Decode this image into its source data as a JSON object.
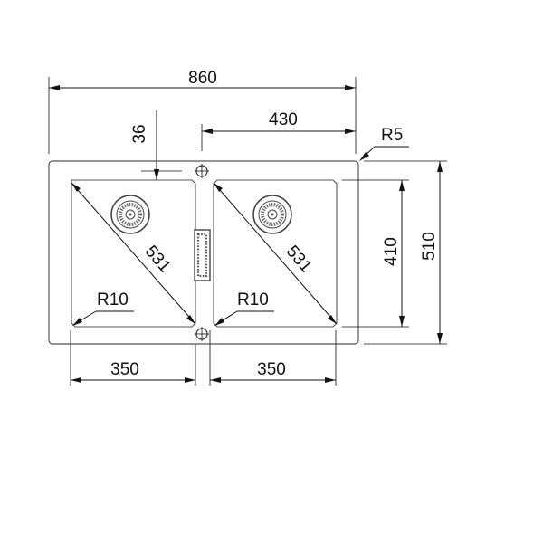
{
  "dimensions": {
    "overall_width": "860",
    "tap_offset": "430",
    "tap_hole_offset": "36",
    "corner_radius_outer": "R5",
    "bowl_diagonal_left": "531",
    "bowl_diagonal_right": "531",
    "bowl_radius_left": "R10",
    "bowl_radius_right": "R10",
    "bowl_width_left": "350",
    "bowl_width_right": "350",
    "bowl_depth": "410",
    "overall_depth": "510"
  }
}
